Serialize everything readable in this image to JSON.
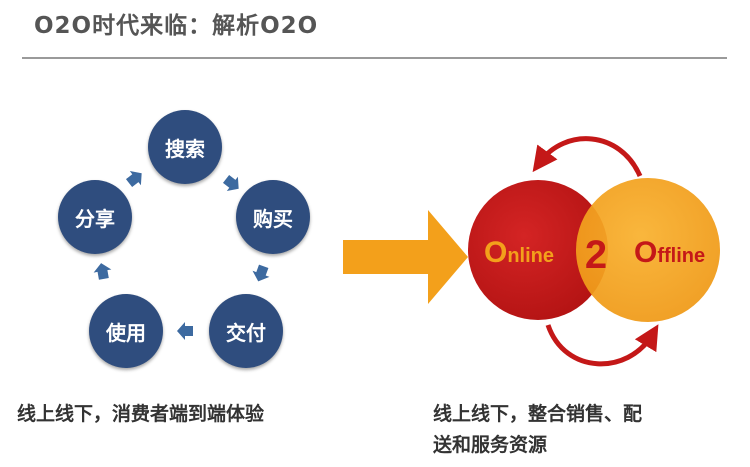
{
  "title": "O2O时代来临：解析O2O",
  "cycle": {
    "search": "搜索",
    "buy": "购买",
    "deliver": "交付",
    "use": "使用",
    "share": "分享"
  },
  "venn": {
    "online_initial": "O",
    "online_rest": "nline",
    "connector": "2",
    "offline_initial": "O",
    "offline_rest": "ffline"
  },
  "captions": {
    "left": "线上线下，消费者端到端体验",
    "right_line1": "线上线下，整合销售、配",
    "right_line2": "送和服务资源"
  },
  "colors": {
    "node_blue": "#2f4d7e",
    "arrow_blue": "#3d6aa0",
    "online_red": "#c41818",
    "offline_orange": "#f3a01b",
    "big_arrow": "#f3a01b",
    "loop_red": "#c41818"
  }
}
